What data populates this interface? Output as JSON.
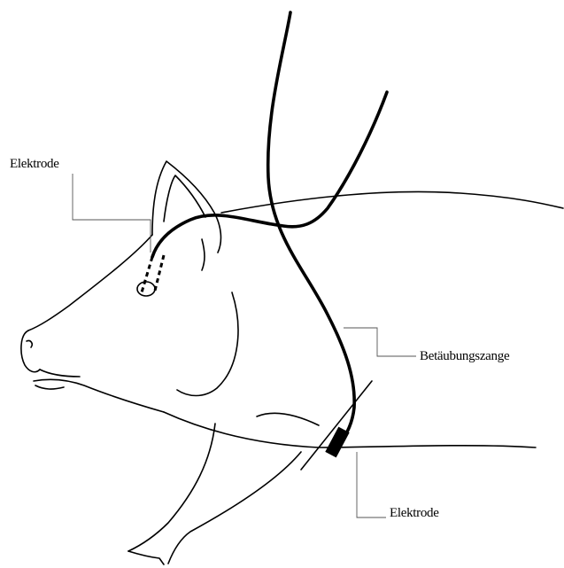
{
  "labels": {
    "head_electrode": "Elektrode",
    "stunning_tongs": "Betäubungszange",
    "chest_electrode": "Elektrode"
  },
  "colors": {
    "line": "#000000",
    "background": "#ffffff"
  }
}
